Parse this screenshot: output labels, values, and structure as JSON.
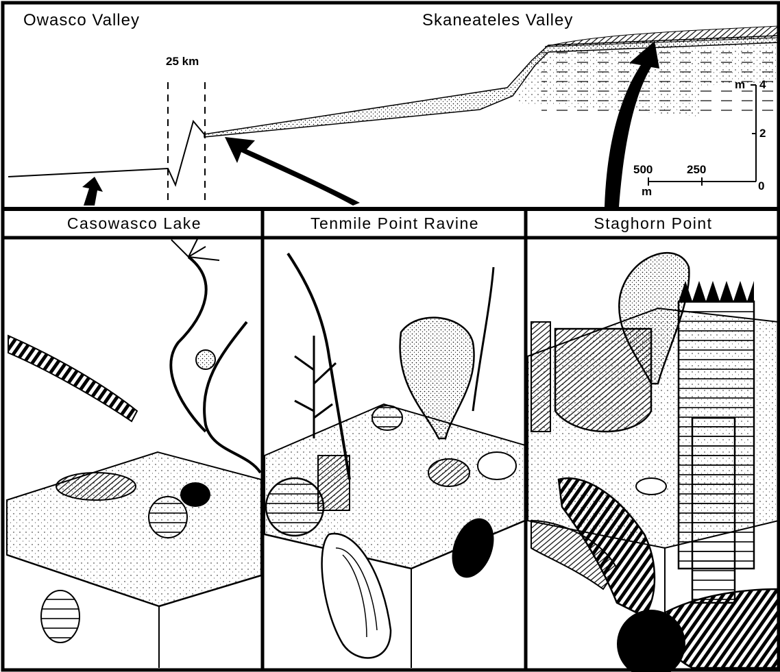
{
  "valley_left": "Owasco Valley",
  "valley_right": "Skaneateles Valley",
  "distance_label": "25 km",
  "vertical_scale": {
    "unit": "m",
    "ticks": [
      "4",
      "2",
      "0"
    ]
  },
  "horizontal_scale": {
    "ticks": [
      "500",
      "250",
      "0"
    ],
    "unit": "m"
  },
  "panels": [
    {
      "title": "Casowasco Lake"
    },
    {
      "title": "Tenmile Point Ravine"
    },
    {
      "title": "Staghorn Point"
    }
  ]
}
